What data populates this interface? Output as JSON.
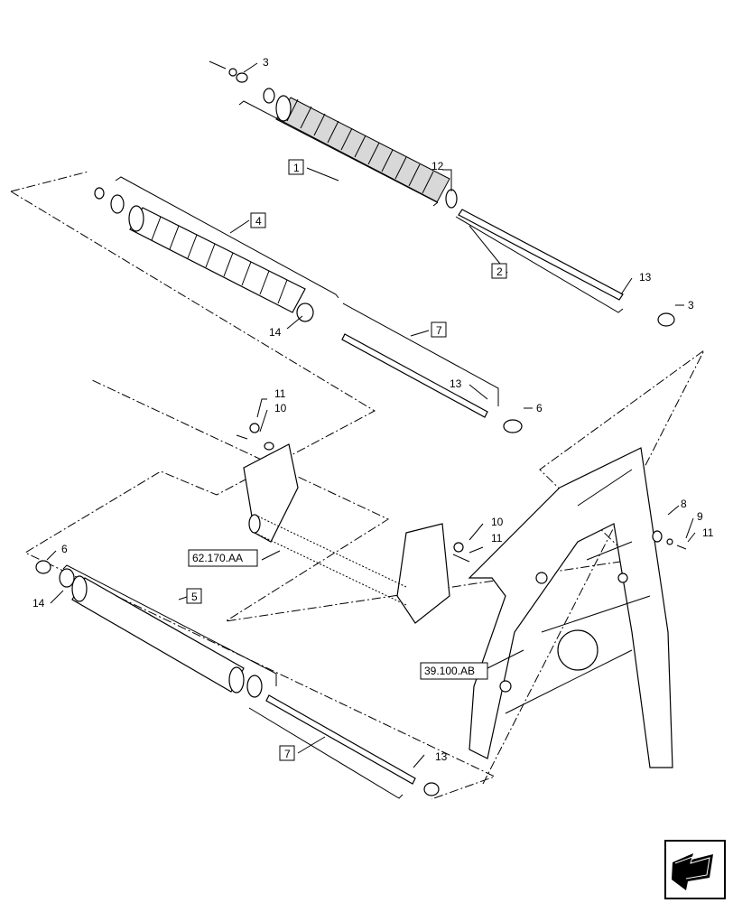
{
  "callouts": {
    "c1": "1",
    "c2": "2",
    "c3a": "3",
    "c3b": "3",
    "c4": "4",
    "c5": "5",
    "c6a": "6",
    "c6b": "6",
    "c7a": "7",
    "c7b": "7",
    "c8": "8",
    "c9": "9",
    "c10a": "10",
    "c10b": "10",
    "c11a": "11",
    "c11b": "11",
    "c11c": "11",
    "c12": "12",
    "c13a": "13",
    "c13b": "13",
    "c13c": "13",
    "c14a": "14",
    "c14b": "14"
  },
  "refs": {
    "r1": "62.170.AA",
    "r2": "39.100.AB"
  },
  "icons": {
    "nav": "next-page-arrow-icon"
  }
}
